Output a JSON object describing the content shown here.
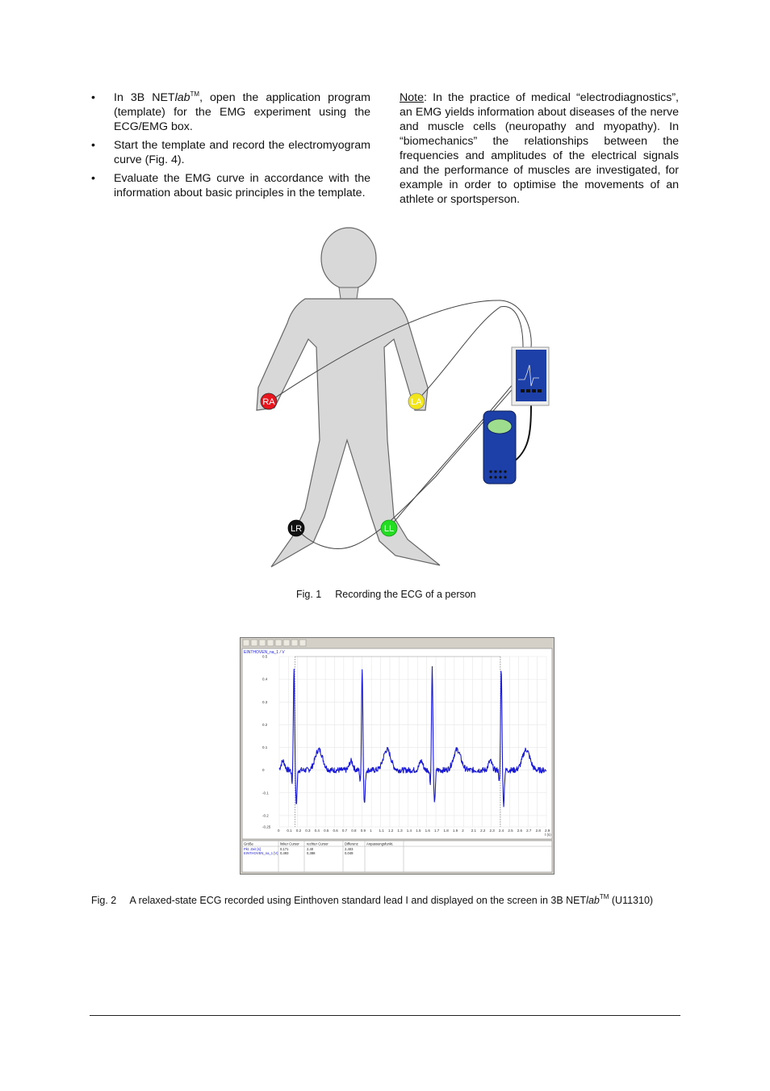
{
  "left_column": {
    "bullets": [
      {
        "pre": "In 3B NET",
        "italic": "lab",
        "sup": "TM",
        "post": ", open the application program (template) for the EMG experiment using the ECG/EMG box."
      },
      {
        "text": "Start the template and record the electromyogram curve (Fig. 4)."
      },
      {
        "text": "Evaluate the EMG curve in accordance with the information about basic principles in the template."
      }
    ]
  },
  "right_column": {
    "note_label": "Note",
    "note_text": ": In the practice of medical “electrodiagnostics”, an EMG yields information about diseases of the nerve and muscle cells (neuropathy and myopathy). In “biomechanics” the relationships between the frequencies and amplitudes of the electrical signals and the performance of muscles are investigated, for example in order to optimise the movements of an athlete or sportsperson."
  },
  "figure1": {
    "electrodes": [
      {
        "label": "RA",
        "color": "#e8141e"
      },
      {
        "label": "LA",
        "color": "#f2e61a"
      },
      {
        "label": "LR",
        "color": "#111111"
      },
      {
        "label": "LL",
        "color": "#22dd22"
      }
    ],
    "caption_number": "Fig. 1",
    "caption_text": "Recording the ECG of a person"
  },
  "figure2": {
    "chart_data": {
      "type": "line",
      "title": "EINTHOVEN_na_1 / V",
      "xlabel": "t (s)",
      "ylim": [
        -0.25,
        0.5
      ],
      "xlim": [
        0,
        2.9
      ],
      "y_ticks": [
        "0.5",
        "0.4",
        "0.3",
        "0.2",
        "0.1",
        "0",
        "-0.1",
        "-0.2",
        "-0.25"
      ],
      "x_ticks": [
        "0",
        "0.1",
        "0.2",
        "0.3",
        "0.4",
        "0.5",
        "0.6",
        "0.7",
        "0.8",
        "0.9",
        "1",
        "1.1",
        "1.2",
        "1.3",
        "1.4",
        "1.5",
        "1.6",
        "1.7",
        "1.8",
        "1.9",
        "2",
        "2.1",
        "2.2",
        "2.3",
        "2.4",
        "2.5",
        "2.6",
        "2.7",
        "2.8",
        "2.9"
      ],
      "cursor_positions": [
        0.171,
        2.4
      ],
      "r_peaks": [
        0.16,
        0.9,
        1.66,
        2.41
      ],
      "series_color": "#1a1ad6"
    },
    "table": {
      "headers": [
        "Größe",
        "linker Cursor",
        "rechter Cursor",
        "Differenz",
        "Anpassungsfunkt."
      ],
      "rows": [
        [
          "Pkt. Zeit [s]",
          "0,171",
          "2,40",
          "2,403",
          ""
        ],
        [
          "EINTHOVEN_na_1 [V]",
          "0,493",
          "0,388",
          "0,049",
          ""
        ]
      ]
    },
    "caption_number": "Fig. 2",
    "caption_pre": "A relaxed-state ECG recorded using Einthoven standard lead I and displayed on the screen in 3B NET",
    "caption_italic": "lab",
    "caption_sup": "TM",
    "caption_post": " (U11310)"
  }
}
